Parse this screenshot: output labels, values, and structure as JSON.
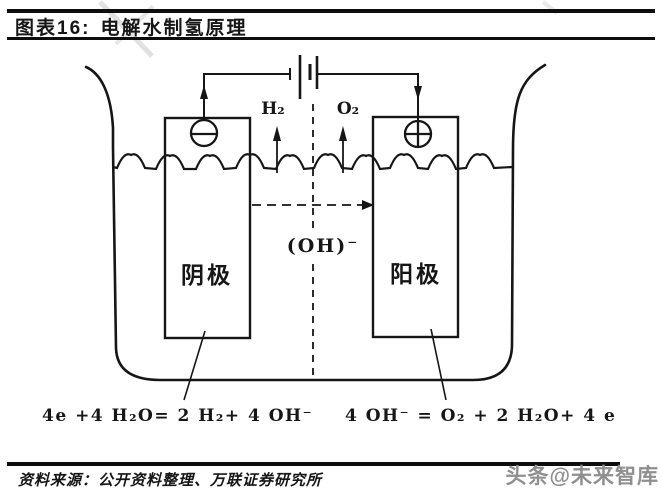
{
  "figure": {
    "label": "图表16:",
    "title": "电解水制氢原理"
  },
  "diagram": {
    "gas_left": "H₂",
    "gas_right": "O₂",
    "ion_label": "(OH)⁻",
    "electrode_left": "阴极",
    "electrode_right": "阳极",
    "cathode_sign": "−",
    "anode_sign": "+",
    "equation_left": "4e +4 H₂O=  2 H₂+ 4 OH⁻",
    "equation_right": "4 OH⁻ = O₂ +  2 H₂O+ 4 e"
  },
  "footer": {
    "source": "资料来源：公开资料整理、万联证券研究所",
    "watermark": "头条@未来智库"
  },
  "colors": {
    "ink": "#161616",
    "rule": "#0d0d0d",
    "watermark_gray": "#8f8f8f",
    "faint_gray": "#d2d2d2"
  }
}
